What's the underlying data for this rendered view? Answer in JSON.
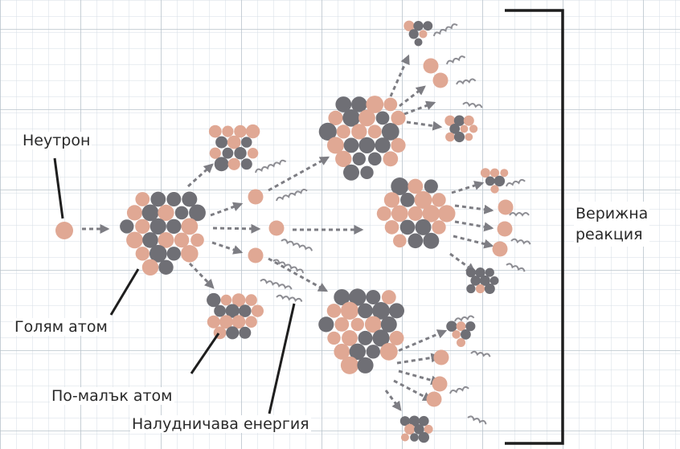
{
  "labels": {
    "neutron": "Неутрон",
    "large_atom": "Голям атом",
    "smaller_atom": "По-малък атом",
    "released_energy": "Налудничава енергия",
    "chain_reaction": "Верижна\nреакция"
  },
  "colors": {
    "grid_minor": "#d6dde4",
    "grid_major": "#b9c3cc",
    "neutron_pink": "#e0a894",
    "atom_gray": "#6f6f75",
    "arrow_gray": "#7d7d83",
    "line_dark": "#1e1e1e"
  }
}
